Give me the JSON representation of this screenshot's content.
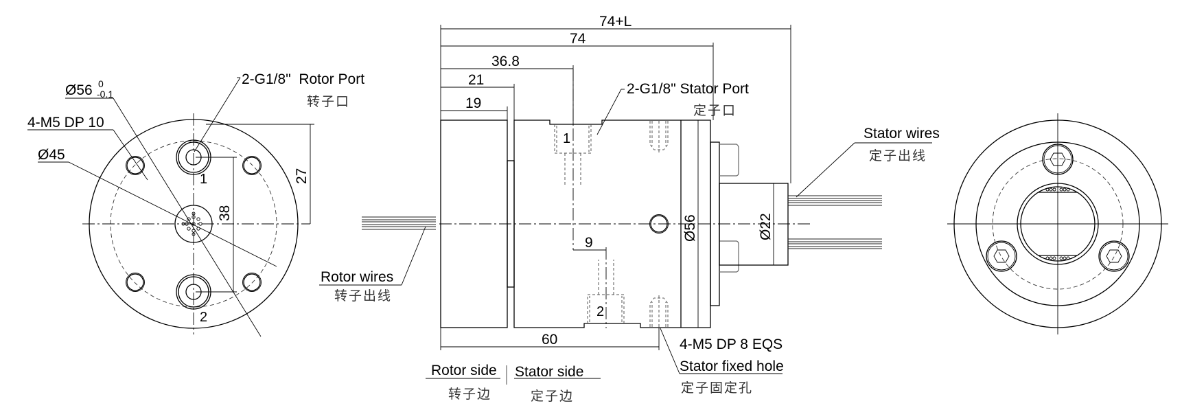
{
  "drawing": {
    "title": "Through-bore slip ring with rotary union - outline drawing",
    "left_view": {
      "outer_diameter": "Ø56",
      "outer_tol_upper": "0",
      "outer_tol_lower": "-0.1",
      "mount_holes": "4-M5 DP 10",
      "pcd": "Ø45",
      "rotor_port_label": "2-G1/8\"  Rotor Port",
      "rotor_port_cn": "转子口",
      "port_1": "1",
      "port_2": "2",
      "dim_27": "27",
      "dim_38": "38"
    },
    "side_view": {
      "dim_total": "74+L",
      "dim_body": "74",
      "dim_36_8": "36.8",
      "dim_21": "21",
      "dim_19": "19",
      "dim_60": "60",
      "dim_9": "9",
      "dia_body": "Ø56",
      "dia_stator_tube": "Ø22",
      "stator_port_label": "2-G1/8\" Stator Port",
      "stator_port_cn": "定子口",
      "port_1": "1",
      "port_2": "2",
      "rotor_wires": "Rotor wires",
      "rotor_wires_cn": "转子出线",
      "stator_wires": "Stator wires",
      "stator_wires_cn": "定子出线",
      "fixed_hole_spec": "4-M5 DP 8 EQS",
      "fixed_hole_label": "Stator fixed hole",
      "fixed_hole_cn": "定子固定孔"
    },
    "legend": {
      "rotor_side": "Rotor side",
      "rotor_side_cn": "转子边",
      "stator_side": "Stator side",
      "stator_side_cn": "定子边"
    }
  }
}
